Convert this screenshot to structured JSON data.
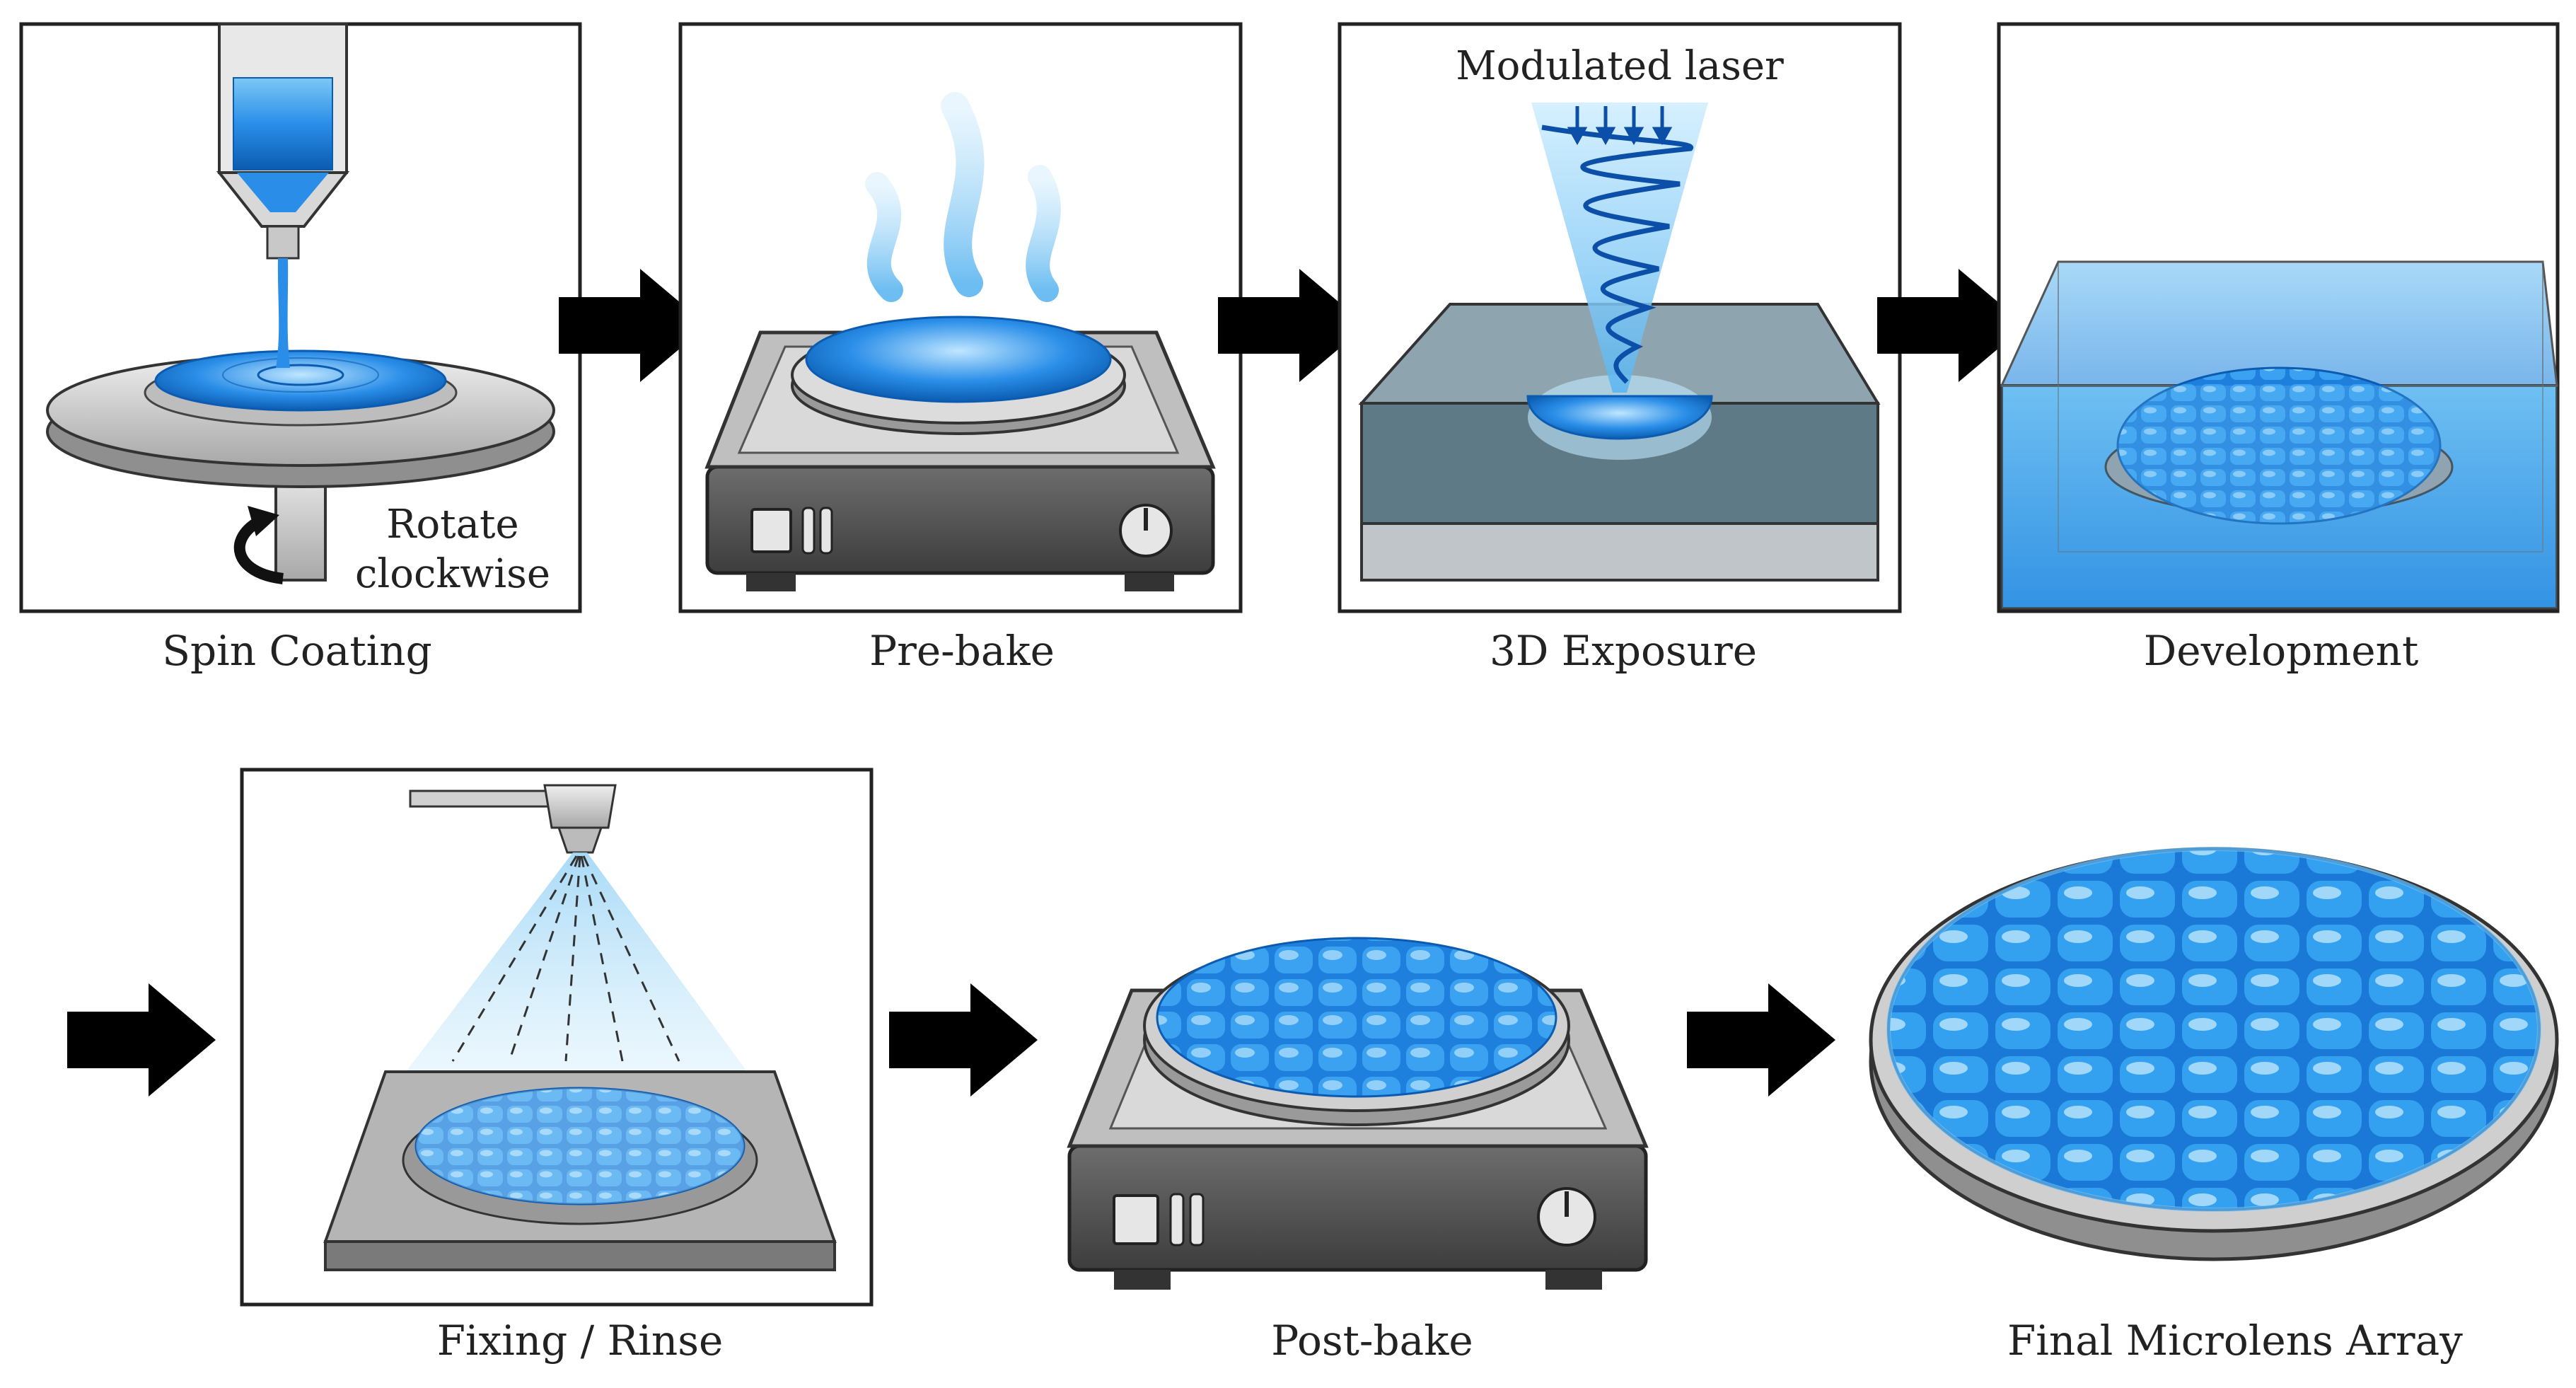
{
  "steps": {
    "spin_coating": {
      "caption": "Spin Coating",
      "annotation_line1": "Rotate",
      "annotation_line2": "clockwise"
    },
    "pre_bake": {
      "caption": "Pre-bake"
    },
    "exposure": {
      "caption": "3D Exposure",
      "annotation": "Modulated laser"
    },
    "development": {
      "caption": "Development"
    },
    "fixing": {
      "caption": "Fixing / Rinse"
    },
    "post_bake": {
      "caption": "Post-bake"
    },
    "final": {
      "caption": "Final Microlens Array"
    }
  },
  "colors": {
    "resist_blue": "#2a8ee8",
    "light_blue": "#8fd0f6",
    "dark_blue": "#0b5cb0",
    "hotplate_body": "#5a5a5a",
    "metal_gray": "#c9c9c9",
    "arrow": "#000000"
  },
  "icons": [
    "syringe-icon",
    "spin-chuck-icon",
    "hotplate-icon",
    "heat-waves-icon",
    "laser-beam-icon",
    "resist-block-icon",
    "developer-tank-icon",
    "spray-nozzle-icon",
    "microlens-wafer-icon",
    "process-arrow-icon",
    "rotation-arrow-icon"
  ]
}
